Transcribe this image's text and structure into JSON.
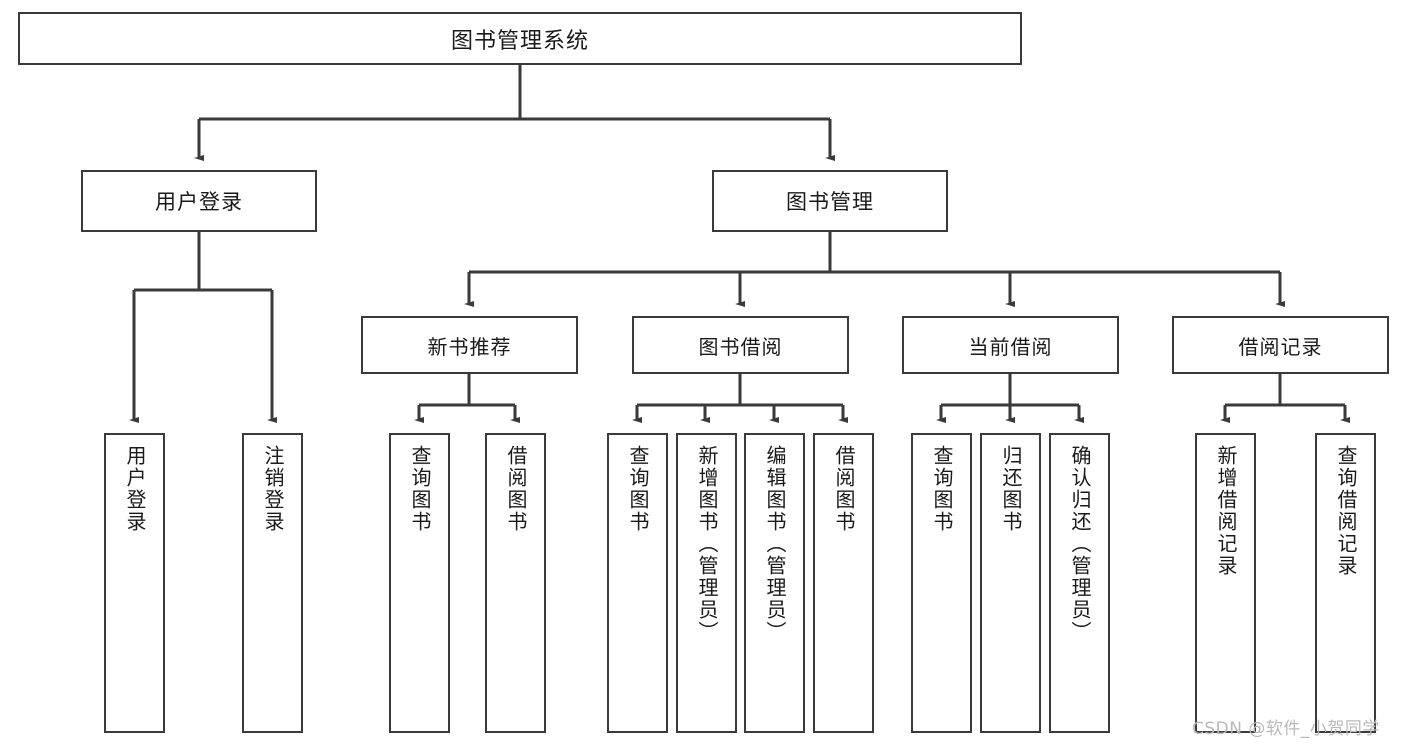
{
  "diagram": {
    "type": "tree-hierarchy",
    "title": "图书管理系统",
    "orientation": "top-down",
    "colors": {
      "box_border": "#3a3a3a",
      "box_fill": "#ffffff",
      "connector": "#3a3a3a",
      "text": "#1a1a1a",
      "watermark": "#b9b9b9",
      "background": "#ffffff"
    }
  },
  "nodes": {
    "root": {
      "label": "图书管理系统"
    },
    "level2": [
      {
        "label": "用户登录"
      },
      {
        "label": "图书管理"
      }
    ],
    "level3": [
      {
        "label": "新书推荐"
      },
      {
        "label": "图书借阅"
      },
      {
        "label": "当前借阅"
      },
      {
        "label": "借阅记录"
      }
    ],
    "leaves": {
      "user_login": [
        {
          "label": "用户登录"
        },
        {
          "label": "注销登录"
        }
      ],
      "new_book_recommend": [
        {
          "label": "查询图书"
        },
        {
          "label": "借阅图书"
        }
      ],
      "book_borrow": [
        {
          "label": "查询图书"
        },
        {
          "label": "新增图书（管理员）"
        },
        {
          "label": "编辑图书（管理员）"
        },
        {
          "label": "借阅图书"
        }
      ],
      "current_borrow": [
        {
          "label": "查询图书"
        },
        {
          "label": "归还图书"
        },
        {
          "label": "确认归还（管理员）"
        }
      ],
      "borrow_record": [
        {
          "label": "新增借阅记录"
        },
        {
          "label": "查询借阅记录"
        }
      ]
    }
  },
  "watermark": {
    "text": "CSDN @软件_小贺同学"
  }
}
